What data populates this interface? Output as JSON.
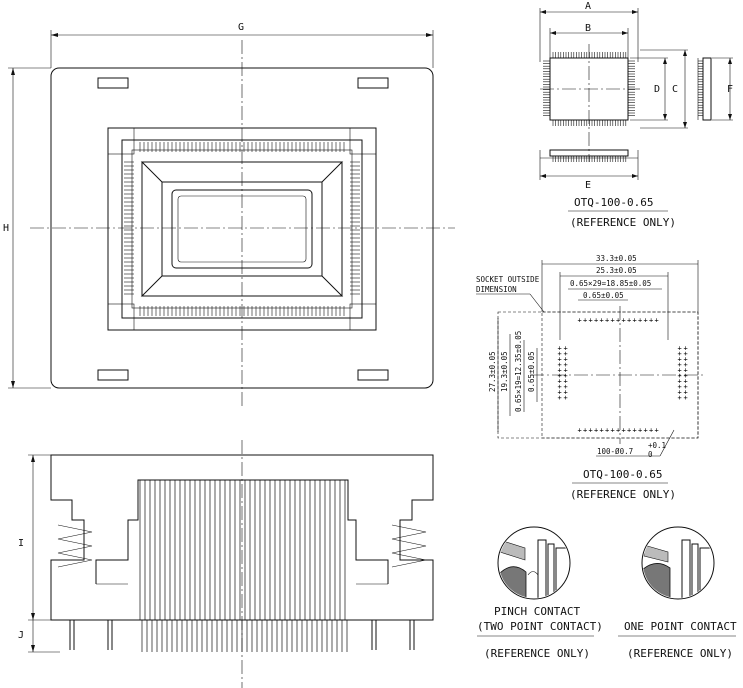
{
  "dimensions": {
    "G": "G",
    "H": "H",
    "I": "I",
    "J": "J",
    "A": "A",
    "B": "B",
    "C": "C",
    "D": "D",
    "E": "E",
    "F": "F"
  },
  "package_view": {
    "title": "OTQ-100-0.65",
    "note": "(REFERENCE ONLY)"
  },
  "footprint": {
    "dim_overall_x": "33.3±0.05",
    "dim_inner_x": "25.3±0.05",
    "dim_pitch_x": "0.65×29=18.85±0.05",
    "dim_pitch": "0.65±0.05",
    "dim_overall_y": "27.3±0.05",
    "dim_inner_y": "19.3±0.05",
    "dim_pitch_y": "0.65×19=12.35±0.05",
    "dim_pitch_y2": "0.65±0.05",
    "socket_outside_line1": "SOCKET OUTSIDE",
    "socket_outside_line2": "DIMENSION",
    "hole_callout": "100-Ø0.7",
    "hole_tol_plus": "+0.1",
    "hole_tol_minus": "0",
    "title": "OTQ-100-0.65",
    "note": "(REFERENCE ONLY)"
  },
  "contacts": {
    "pinch_line1": "PINCH CONTACT",
    "pinch_line2": "(TWO POINT CONTACT)",
    "pinch_note": "(REFERENCE ONLY)",
    "one_point": "ONE POINT CONTACT",
    "one_point_note": "(REFERENCE ONLY)"
  }
}
